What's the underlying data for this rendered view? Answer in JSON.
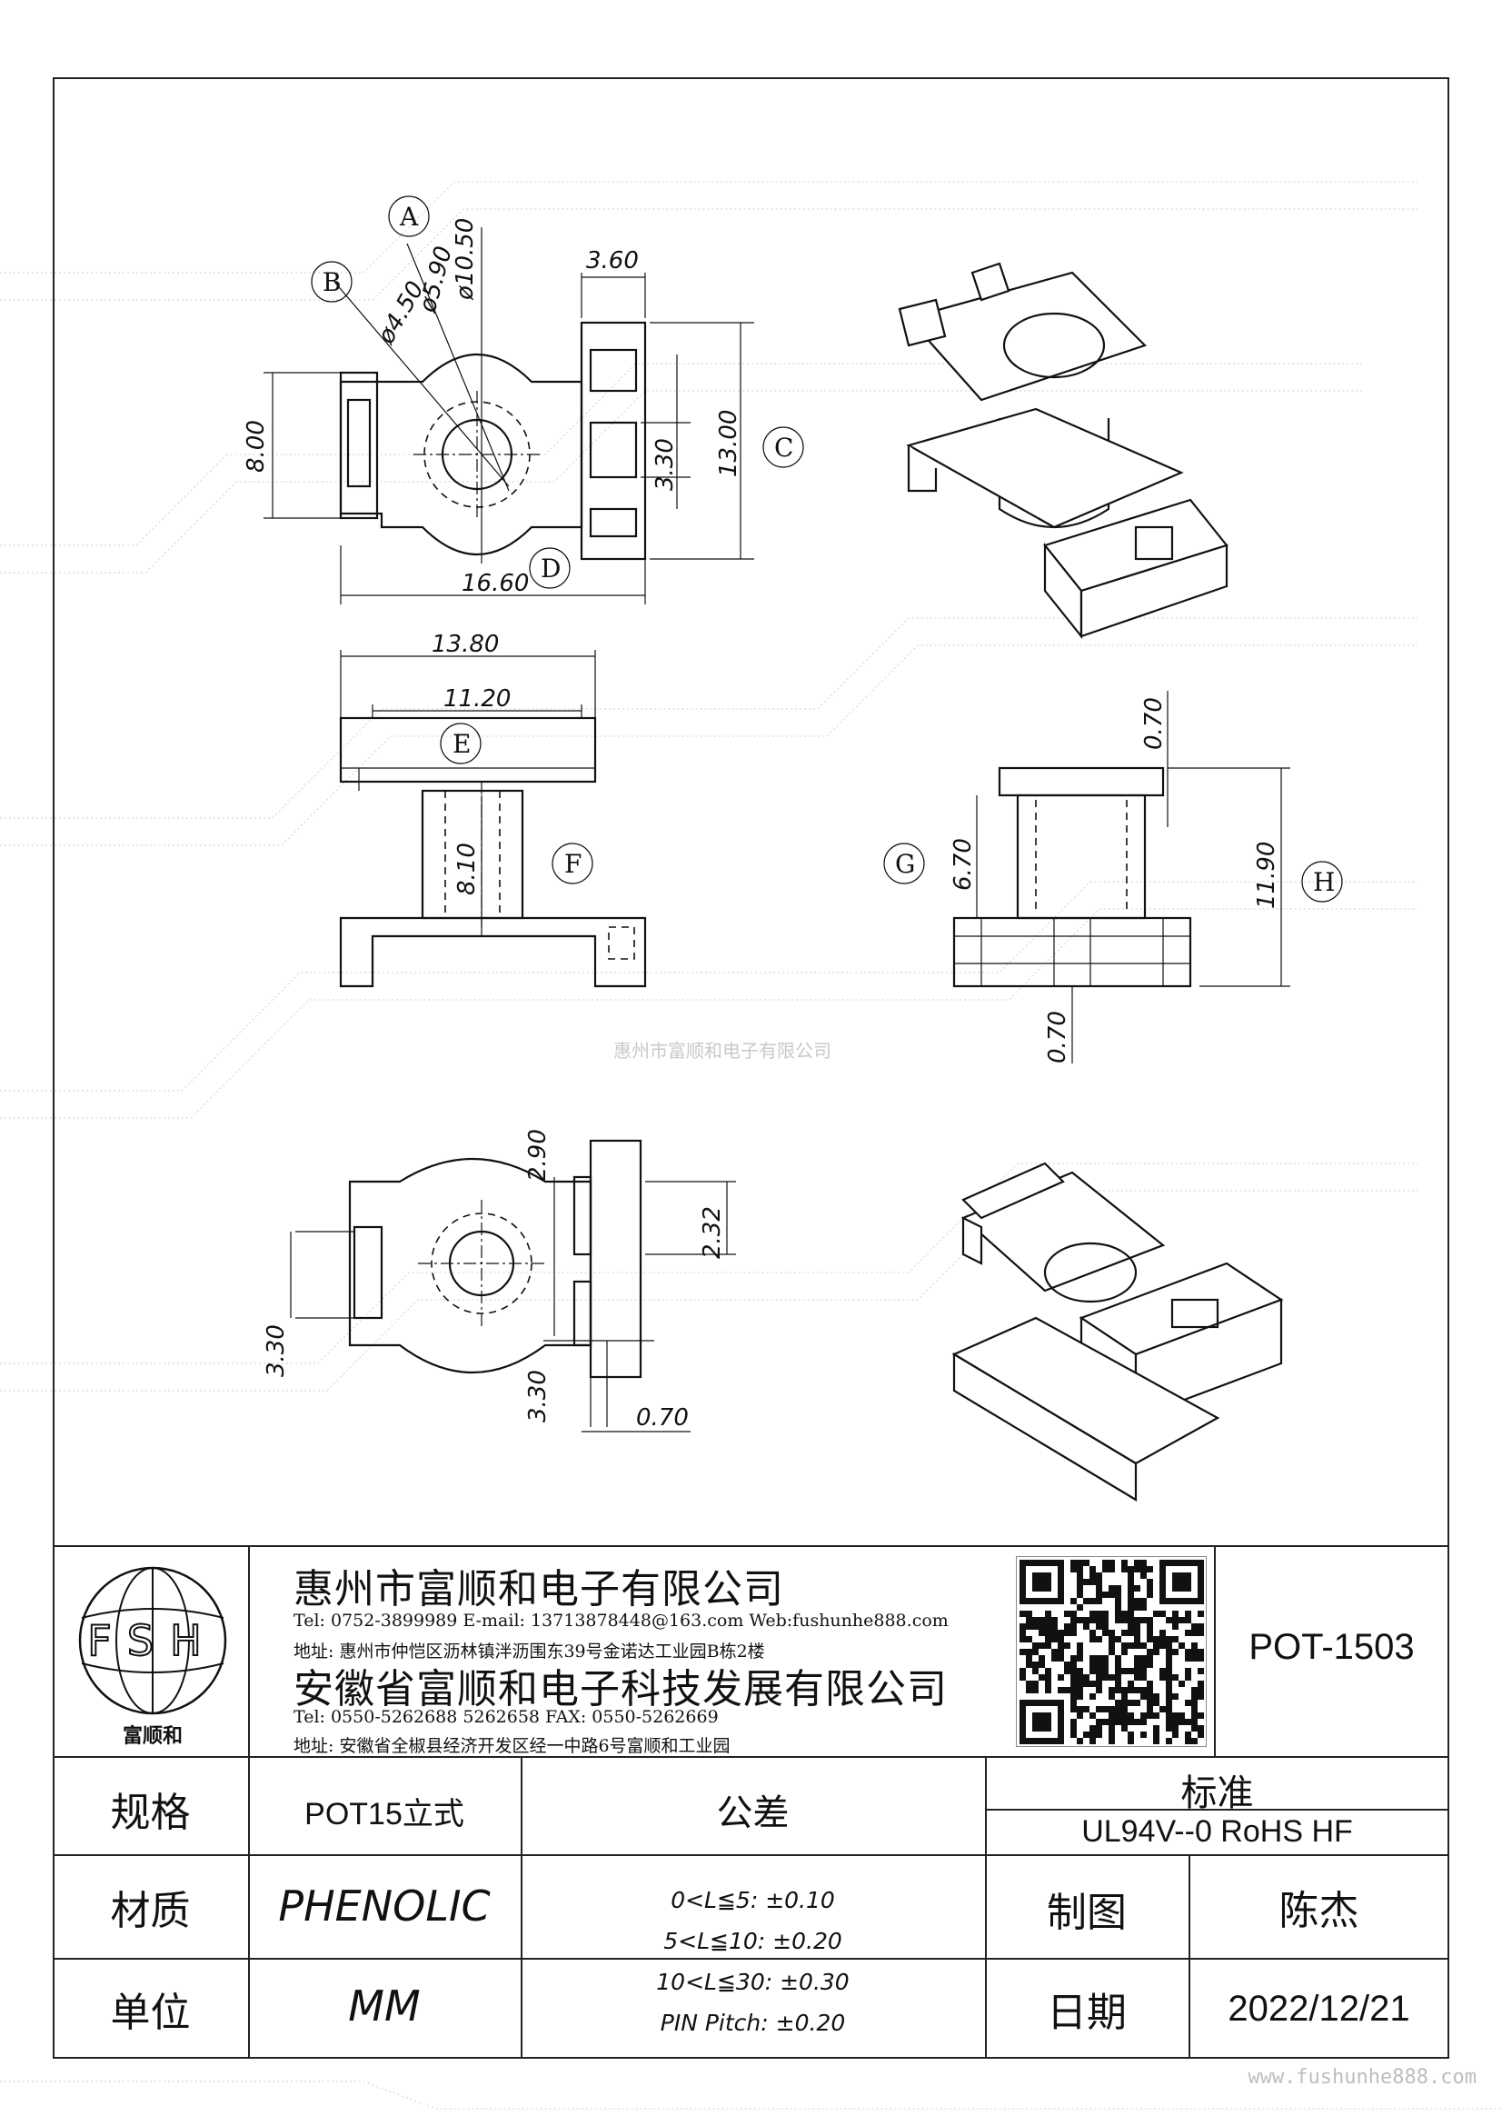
{
  "watermark": "惠州市富顺和电子有限公司",
  "website_footer": "www.fushunhe888.com",
  "dimensions": {
    "d1050": "ø10.50",
    "d590": "ø5.90",
    "d450": "ø4.50",
    "w360": "3.60",
    "h800": "8.00",
    "h330a": "3.30",
    "h1300": "13.00",
    "w1660": "16.60",
    "w1380": "13.80",
    "w1120": "11.20",
    "h810": "8.10",
    "t070a": "0.70",
    "h670": "6.70",
    "h1190": "11.90",
    "t070b": "0.70",
    "h290": "2.90",
    "h232": "2.32",
    "h330b": "3.30",
    "h330c": "3.30",
    "w070": "0.70"
  },
  "callouts": [
    "A",
    "B",
    "C",
    "D",
    "E",
    "F",
    "G",
    "H"
  ],
  "company": {
    "logo_text": "FSH",
    "logo_caption": "富顺和",
    "name1": "惠州市富顺和电子有限公司",
    "contact1": "Tel:   0752-3899989   E-mail: 13713878448@163.com   Web:fushunhe888.com",
    "addr1": "地址: 惠州市仲恺区沥林镇泮沥围东39号金诺达工业园B栋2楼",
    "name2": "安徽省富顺和电子科技发展有限公司",
    "contact2": "Tel:   0550-5262688   5262658        FAX:  0550-5262669",
    "addr2": "地址: 安徽省全椒县经济开发区经一中路6号富顺和工业园"
  },
  "part_number": "POT-1503",
  "table": {
    "spec_label": "规格",
    "spec_value": "POT15立式",
    "material_label": "材质",
    "material_value": "PHENOLIC",
    "unit_label": "单位",
    "unit_value": "MM",
    "tolerance_label": "公差",
    "tolerances": [
      "0<L≦5: ±0.10",
      "5<L≦10: ±0.20",
      "10<L≦30: ±0.30",
      "PIN Pitch: ±0.20"
    ],
    "standard_label": "标准",
    "standard_value": "UL94V--0  RoHS HF",
    "drawn_label": "制图",
    "drawn_value": "陈杰",
    "date_label": "日期",
    "date_value": "2022/12/21"
  }
}
